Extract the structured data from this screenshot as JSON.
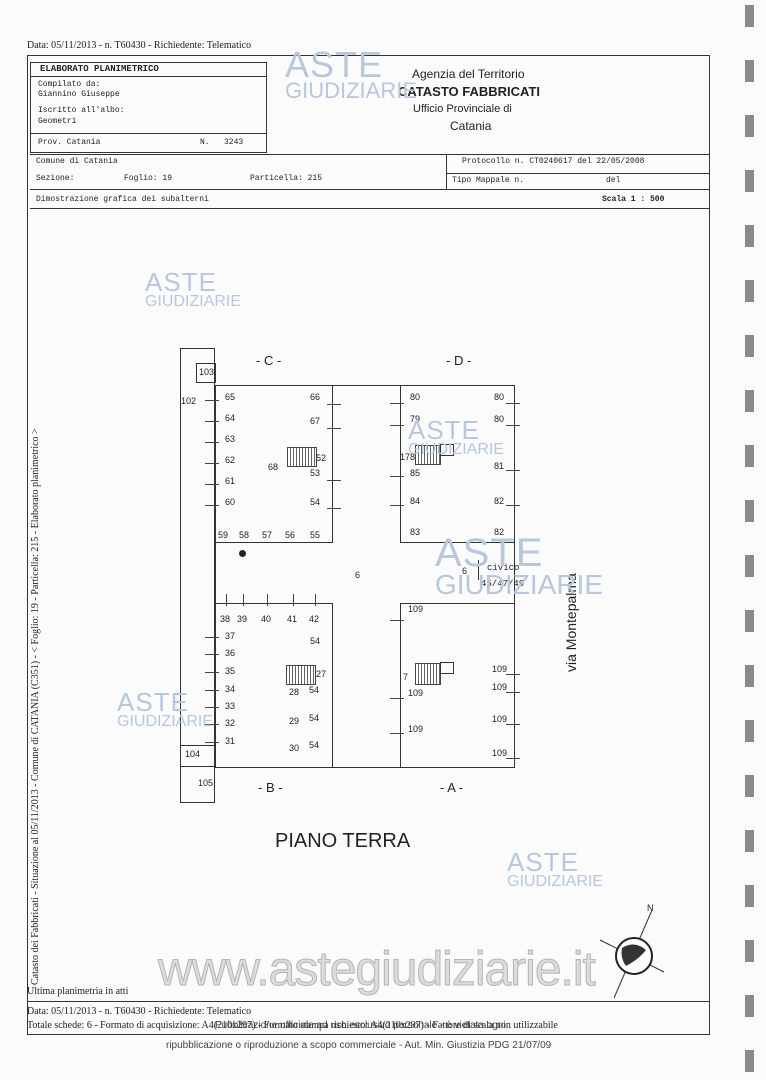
{
  "header": {
    "top_line": "Data: 05/11/2013 - n. T60430 - Richiedente: Telematico",
    "elaborato_title": "ELABORATO PLANIMETRICO",
    "compilato_label": "Compilato da:",
    "compilato_name": "Giannino Giuseppe",
    "iscritto_label": "Iscritto all'albo:",
    "iscritto_value": "Geometri",
    "prov_label": "Prov. Catania",
    "n_label": "N.",
    "n_value": "3243",
    "agency_line1": "Agenzia del Territorio",
    "agency_line2": "CATASTO FABBRICATI",
    "agency_line3": "Ufficio Provinciale di",
    "agency_line4": "Catania"
  },
  "info": {
    "comune": "Comune di Catania",
    "protocollo": "Protocollo n. CT0240617 del 22/05/2008",
    "sezione": "Sezione:",
    "foglio": "Foglio: 19",
    "particella": "Particella: 215",
    "tipo_mappale": "Tipo Mappale n.",
    "del": "del",
    "dimostrazione": "Dimostrazione grafica dei subalterni",
    "scala": "Scala 1 : 500"
  },
  "side_text": "Catasto dei Fabbricati - Situazione al 05/11/2013 - Comune di CATANIA (C351) - < Foglio: 19 - Particella: 215 - Elaborato planimetrico >",
  "plan": {
    "label_c": "- C -",
    "label_d": "- D -",
    "label_b": "- B -",
    "label_a": "- A -",
    "courtyard": "6",
    "entrance": "6",
    "civico_1": "civico",
    "civico_2": "45/47/49",
    "street": "via Montepalma",
    "floor_title": "PIANO TERRA",
    "compass": "N"
  },
  "units": {
    "n103": "103",
    "n102": "102",
    "n104": "104",
    "n105": "105",
    "c_left": [
      "65",
      "64",
      "63",
      "62",
      "61",
      "60"
    ],
    "c_right": [
      "66",
      "67",
      "52",
      "53",
      "54"
    ],
    "c_68": "68",
    "c_bottom": [
      "59",
      "58",
      "57",
      "56",
      "55"
    ],
    "d_left": [
      "80",
      "79",
      "178",
      "85",
      "84",
      "83"
    ],
    "d_right": [
      "80",
      "80",
      "81",
      "82",
      "82"
    ],
    "b_top": [
      "38",
      "39",
      "40",
      "41",
      "42"
    ],
    "b_left": [
      "37",
      "36",
      "35",
      "34",
      "33",
      "32",
      "31"
    ],
    "b_right": [
      "54",
      "27",
      "28",
      "54",
      "29",
      "54",
      "30",
      "54"
    ],
    "a_top": "109",
    "a_7": "7",
    "a_left": [
      "109",
      "109"
    ],
    "a_right": [
      "109",
      "109",
      "109",
      "109"
    ]
  },
  "footer": {
    "ultima": "Ultima planimetria in atti",
    "data_line": "Data: 05/11/2013 - n. T60430 - Richiedente: Telematico",
    "totale_line": "Totale schede: 6 - Formato di acquisizione: A4(210x297) - Formato stampa richiesto: A4(210x297) - Fattore di scala non utilizzabile",
    "pub_line1": "Pubblicazione ufficiale ad uso esclusivo personale - è vietata ogni",
    "pub_line2": "ripubblicazione o riproduzione a scopo commerciale - Aut. Min. Giustizia PDG 21/07/09"
  },
  "watermark": {
    "aste": "ASTE",
    "giudiziarie": "GIUDIZIARIE",
    "site": "www.astegiudiziarie.it"
  },
  "colors": {
    "watermark": "#b7c7de",
    "ink": "#222222",
    "page": "#fbfbfb"
  }
}
